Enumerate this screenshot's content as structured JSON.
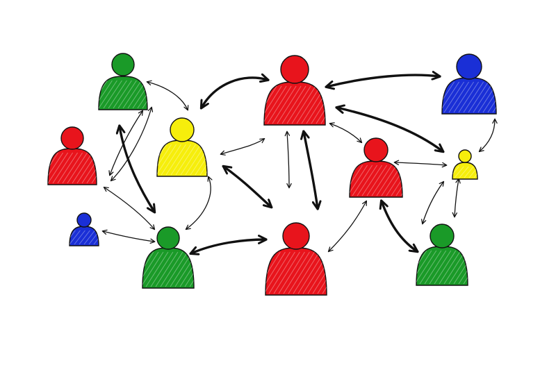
{
  "illustration": {
    "subject": "network-of-people",
    "palette": {
      "red": "#e8141c",
      "green": "#1a9a28",
      "blue": "#1a2fd6",
      "yellow": "#f6ee0c",
      "ink": "#111111",
      "background": "#ffffff"
    },
    "people": [
      {
        "id": "green-top-left",
        "color": "green",
        "icon": "person-icon"
      },
      {
        "id": "red-top-center",
        "color": "red",
        "icon": "person-icon"
      },
      {
        "id": "blue-top-right",
        "color": "blue",
        "icon": "person-icon"
      },
      {
        "id": "red-left",
        "color": "red",
        "icon": "person-icon"
      },
      {
        "id": "yellow-center-left",
        "color": "yellow",
        "icon": "person-icon"
      },
      {
        "id": "red-center-right",
        "color": "red",
        "icon": "person-icon"
      },
      {
        "id": "yellow-small-right",
        "color": "yellow",
        "icon": "person-icon"
      },
      {
        "id": "blue-small-left",
        "color": "blue",
        "icon": "person-icon"
      },
      {
        "id": "green-bottom-left",
        "color": "green",
        "icon": "person-icon"
      },
      {
        "id": "red-bottom-center",
        "color": "red",
        "icon": "person-icon"
      },
      {
        "id": "green-bottom-right",
        "color": "green",
        "icon": "person-icon"
      }
    ],
    "connection_style": "hand-drawn-double-headed-arrows"
  }
}
